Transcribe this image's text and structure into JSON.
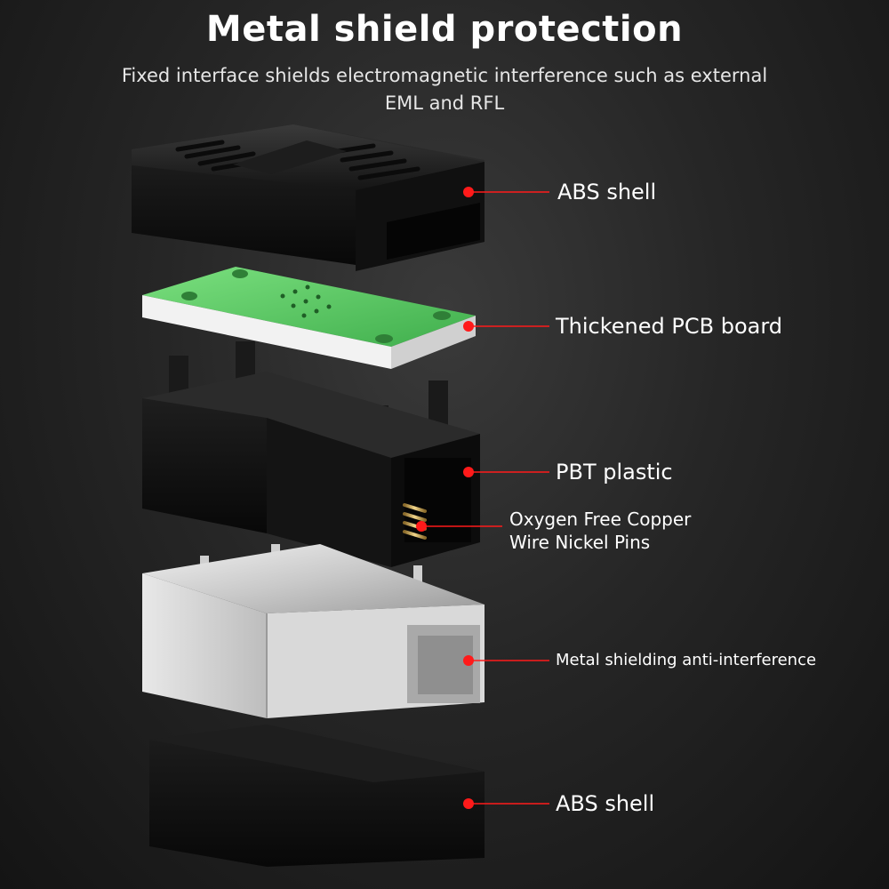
{
  "header": {
    "title": "Metal shield protection",
    "subtitle_line1": "Fixed interface shields electromagnetic interference such as external",
    "subtitle_line2": "EML and RFL"
  },
  "callouts": {
    "abs_shell_top": "ABS shell",
    "pcb_board": "Thickened PCB board",
    "pbt_plastic": "PBT plastic",
    "copper_pins_line1": "Oxygen Free Copper",
    "copper_pins_line2": "Wire Nickel Pins",
    "metal_shielding": "Metal shielding anti-interference",
    "abs_shell_bottom": "ABS shell"
  },
  "colors": {
    "marker": "#ff1a1a",
    "pcb": "#5fd06a",
    "shell": "#1b1b1b",
    "metal": "#d6d6d6"
  }
}
